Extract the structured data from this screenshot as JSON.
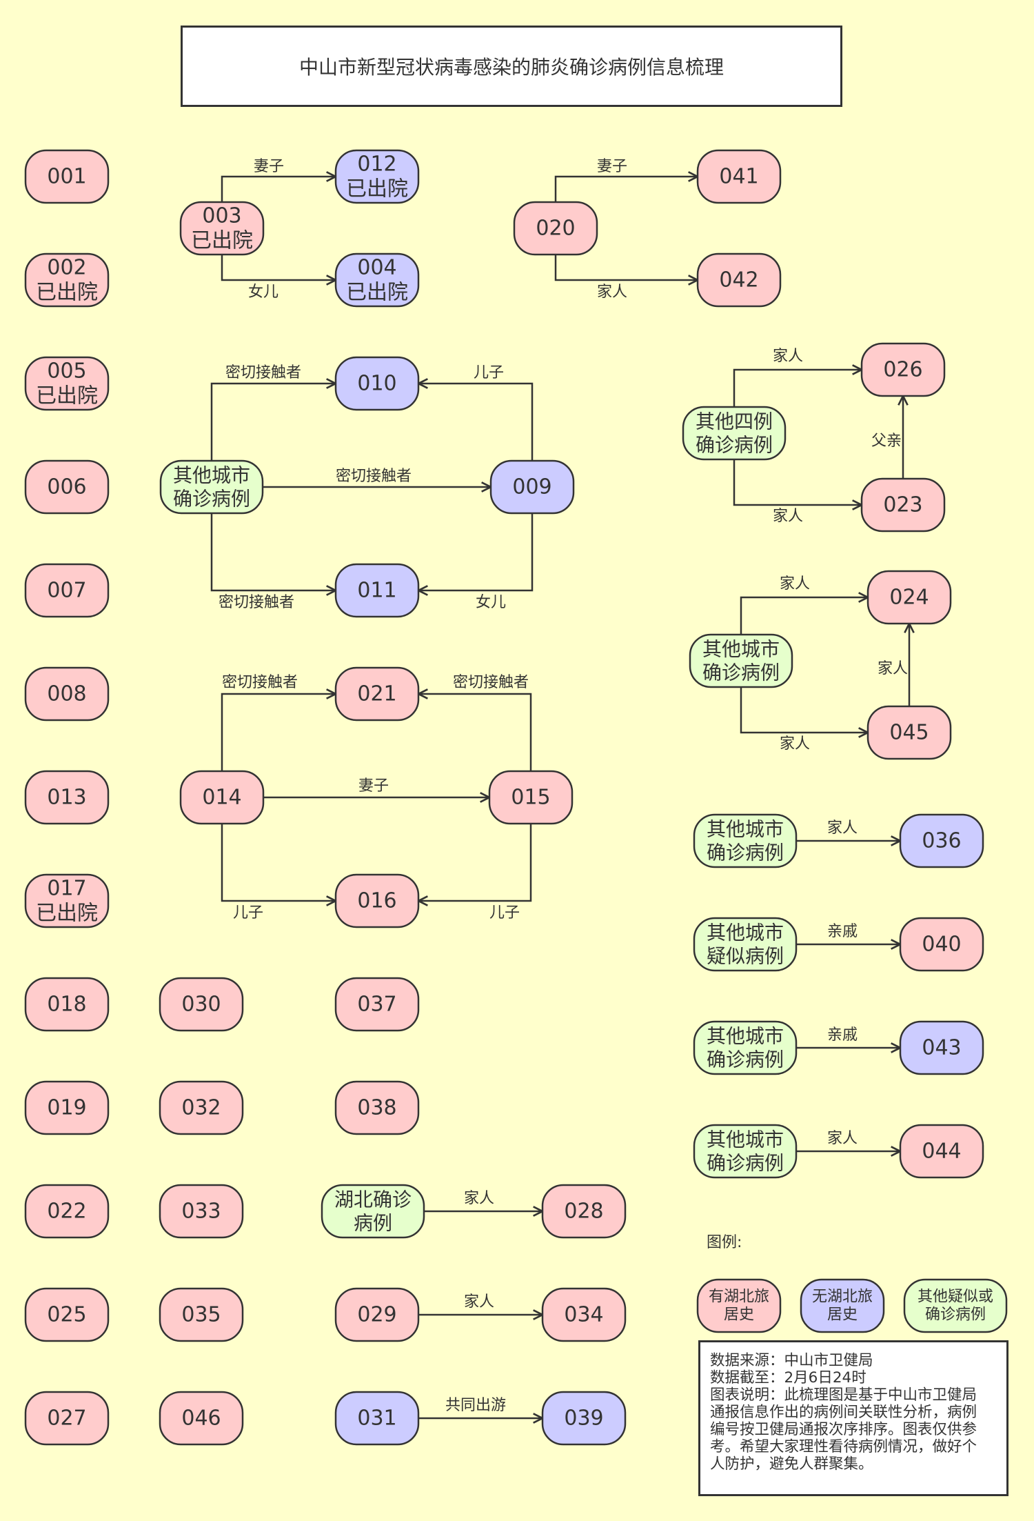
{
  "title": "中山市新型冠状病毒感染的肺炎确诊病例信息梳理",
  "colors": {
    "background": "#ffffcc",
    "hubei": "#ffcccc",
    "non_hubei": "#ccccff",
    "other": "#e6ffcc",
    "stroke": "#333333"
  },
  "nodes": [
    {
      "id": "n001",
      "lines": [
        "001"
      ],
      "type": "hubei"
    },
    {
      "id": "n002",
      "lines": [
        "002",
        "已出院"
      ],
      "type": "hubei"
    },
    {
      "id": "n005",
      "lines": [
        "005",
        "已出院"
      ],
      "type": "hubei"
    },
    {
      "id": "n006",
      "lines": [
        "006"
      ],
      "type": "hubei"
    },
    {
      "id": "n007",
      "lines": [
        "007"
      ],
      "type": "hubei"
    },
    {
      "id": "n008",
      "lines": [
        "008"
      ],
      "type": "hubei"
    },
    {
      "id": "n013",
      "lines": [
        "013"
      ],
      "type": "hubei"
    },
    {
      "id": "n017",
      "lines": [
        "017",
        "已出院"
      ],
      "type": "hubei"
    },
    {
      "id": "n018",
      "lines": [
        "018"
      ],
      "type": "hubei"
    },
    {
      "id": "n019",
      "lines": [
        "019"
      ],
      "type": "hubei"
    },
    {
      "id": "n022",
      "lines": [
        "022"
      ],
      "type": "hubei"
    },
    {
      "id": "n025",
      "lines": [
        "025"
      ],
      "type": "hubei"
    },
    {
      "id": "n027",
      "lines": [
        "027"
      ],
      "type": "hubei"
    },
    {
      "id": "n030",
      "lines": [
        "030"
      ],
      "type": "hubei"
    },
    {
      "id": "n032",
      "lines": [
        "032"
      ],
      "type": "hubei"
    },
    {
      "id": "n033",
      "lines": [
        "033"
      ],
      "type": "hubei"
    },
    {
      "id": "n035",
      "lines": [
        "035"
      ],
      "type": "hubei"
    },
    {
      "id": "n046",
      "lines": [
        "046"
      ],
      "type": "hubei"
    },
    {
      "id": "n037",
      "lines": [
        "037"
      ],
      "type": "hubei"
    },
    {
      "id": "n038",
      "lines": [
        "038"
      ],
      "type": "hubei"
    },
    {
      "id": "n003",
      "lines": [
        "003",
        "已出院"
      ],
      "type": "hubei"
    },
    {
      "id": "n012",
      "lines": [
        "012",
        "已出院"
      ],
      "type": "non_hubei"
    },
    {
      "id": "n004",
      "lines": [
        "004",
        "已出院"
      ],
      "type": "non_hubei"
    },
    {
      "id": "n020",
      "lines": [
        "020"
      ],
      "type": "hubei"
    },
    {
      "id": "n041",
      "lines": [
        "041"
      ],
      "type": "hubei"
    },
    {
      "id": "n042",
      "lines": [
        "042"
      ],
      "type": "hubei"
    },
    {
      "id": "o1",
      "lines": [
        "其他城市",
        "确诊病例"
      ],
      "type": "other"
    },
    {
      "id": "n010",
      "lines": [
        "010"
      ],
      "type": "non_hubei"
    },
    {
      "id": "n009",
      "lines": [
        "009"
      ],
      "type": "non_hubei"
    },
    {
      "id": "n011",
      "lines": [
        "011"
      ],
      "type": "non_hubei"
    },
    {
      "id": "o2",
      "lines": [
        "其他四例",
        "确诊病例"
      ],
      "type": "other"
    },
    {
      "id": "n026",
      "lines": [
        "026"
      ],
      "type": "hubei"
    },
    {
      "id": "n023",
      "lines": [
        "023"
      ],
      "type": "hubei"
    },
    {
      "id": "o3",
      "lines": [
        "其他城市",
        "确诊病例"
      ],
      "type": "other"
    },
    {
      "id": "n024",
      "lines": [
        "024"
      ],
      "type": "hubei"
    },
    {
      "id": "n045",
      "lines": [
        "045"
      ],
      "type": "hubei"
    },
    {
      "id": "n014",
      "lines": [
        "014"
      ],
      "type": "hubei"
    },
    {
      "id": "n021",
      "lines": [
        "021"
      ],
      "type": "hubei"
    },
    {
      "id": "n015",
      "lines": [
        "015"
      ],
      "type": "hubei"
    },
    {
      "id": "n016",
      "lines": [
        "016"
      ],
      "type": "hubei"
    },
    {
      "id": "o4",
      "lines": [
        "其他城市",
        "确诊病例"
      ],
      "type": "other"
    },
    {
      "id": "n036",
      "lines": [
        "036"
      ],
      "type": "non_hubei"
    },
    {
      "id": "o5",
      "lines": [
        "其他城市",
        "疑似病例"
      ],
      "type": "other"
    },
    {
      "id": "n040",
      "lines": [
        "040"
      ],
      "type": "hubei"
    },
    {
      "id": "o6",
      "lines": [
        "其他城市",
        "确诊病例"
      ],
      "type": "other"
    },
    {
      "id": "n043",
      "lines": [
        "043"
      ],
      "type": "non_hubei"
    },
    {
      "id": "o7",
      "lines": [
        "其他城市",
        "确诊病例"
      ],
      "type": "other"
    },
    {
      "id": "n044",
      "lines": [
        "044"
      ],
      "type": "hubei"
    },
    {
      "id": "o8",
      "lines": [
        "湖北确诊",
        "病例"
      ],
      "type": "other"
    },
    {
      "id": "n028",
      "lines": [
        "028"
      ],
      "type": "hubei"
    },
    {
      "id": "n029",
      "lines": [
        "029"
      ],
      "type": "hubei"
    },
    {
      "id": "n034",
      "lines": [
        "034"
      ],
      "type": "hubei"
    },
    {
      "id": "n031",
      "lines": [
        "031"
      ],
      "type": "non_hubei"
    },
    {
      "id": "n039",
      "lines": [
        "039"
      ],
      "type": "non_hubei"
    }
  ],
  "edges": [
    {
      "from": "n003",
      "to": "n012",
      "label": "妻子"
    },
    {
      "from": "n003",
      "to": "n004",
      "label": "女儿"
    },
    {
      "from": "n020",
      "to": "n041",
      "label": "妻子"
    },
    {
      "from": "n020",
      "to": "n042",
      "label": "家人"
    },
    {
      "from": "o1",
      "to": "n010",
      "label": "密切接触者"
    },
    {
      "from": "o1",
      "to": "n009",
      "label": "密切接触者"
    },
    {
      "from": "o1",
      "to": "n011",
      "label": "密切接触者"
    },
    {
      "from": "n009",
      "to": "n010",
      "label": "儿子"
    },
    {
      "from": "n009",
      "to": "n011",
      "label": "女儿"
    },
    {
      "from": "o2",
      "to": "n026",
      "label": "家人"
    },
    {
      "from": "o2",
      "to": "n023",
      "label": "家人"
    },
    {
      "from": "n023",
      "to": "n026",
      "label": "父亲"
    },
    {
      "from": "o3",
      "to": "n024",
      "label": "家人"
    },
    {
      "from": "o3",
      "to": "n045",
      "label": "家人"
    },
    {
      "from": "n045",
      "to": "n024",
      "label": "家人"
    },
    {
      "from": "n014",
      "to": "n021",
      "label": "密切接触者"
    },
    {
      "from": "n014",
      "to": "n015",
      "label": "妻子"
    },
    {
      "from": "n014",
      "to": "n016",
      "label": "儿子"
    },
    {
      "from": "n015",
      "to": "n021",
      "label": "密切接触者"
    },
    {
      "from": "n015",
      "to": "n016",
      "label": "儿子"
    },
    {
      "from": "o4",
      "to": "n036",
      "label": "家人"
    },
    {
      "from": "o5",
      "to": "n040",
      "label": "亲戚"
    },
    {
      "from": "o6",
      "to": "n043",
      "label": "亲戚"
    },
    {
      "from": "o7",
      "to": "n044",
      "label": "家人"
    },
    {
      "from": "o8",
      "to": "n028",
      "label": "家人"
    },
    {
      "from": "n029",
      "to": "n034",
      "label": "家人"
    },
    {
      "from": "n031",
      "to": "n039",
      "label": "共同出游"
    }
  ],
  "legend": {
    "title": "图例:",
    "items": [
      {
        "type": "hubei",
        "lines": [
          "有湖北旅",
          "居史"
        ]
      },
      {
        "type": "non_hubei",
        "lines": [
          "无湖北旅",
          "居史"
        ]
      },
      {
        "type": "other",
        "lines": [
          "其他疑似或",
          "确诊病例"
        ]
      }
    ]
  },
  "note": [
    "数据来源：中山市卫健局",
    "数据截至：2月6日24时",
    "图表说明：此梳理图是基于中山市卫健局",
    "通报信息作出的病例间关联性分析，病例",
    "编号按卫健局通报次序排序。图表仅供参",
    "考。希望大家理性看待病例情况，做好个",
    "人防护，避免人群聚集。"
  ]
}
